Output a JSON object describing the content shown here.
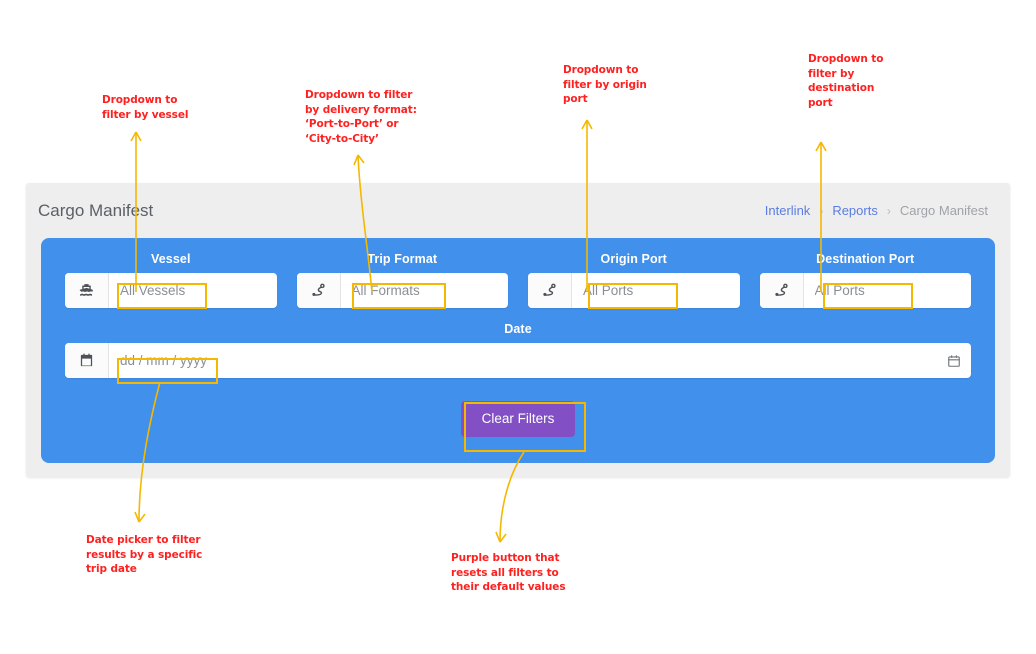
{
  "card": {
    "title": "Cargo Manifest",
    "breadcrumb": {
      "root": "Interlink",
      "section": "Reports",
      "current": "Cargo Manifest",
      "separator": "›"
    }
  },
  "filters": {
    "vessel": {
      "label": "Vessel",
      "value": "All Vessels",
      "icon": "ferry-icon"
    },
    "trip_format": {
      "label": "Trip Format",
      "value": "All Formats",
      "icon": "route-icon"
    },
    "origin_port": {
      "label": "Origin Port",
      "value": "All Ports",
      "icon": "route-icon"
    },
    "destination_port": {
      "label": "Destination Port",
      "value": "All Ports",
      "icon": "route-icon"
    },
    "date": {
      "label": "Date",
      "placeholder": "dd / mm / yyyy",
      "value": "",
      "icon": "calendar-icon",
      "picker_icon": "calendar-picker-icon"
    },
    "clear_button": {
      "label": "Clear Filters"
    }
  },
  "annotations": [
    {
      "id": "vessel-note",
      "text": "Dropdown to\nfilter by vessel"
    },
    {
      "id": "trip-format-note",
      "text": "Dropdown to filter\nby delivery format:\n‘Port-to-Port’ or\n‘City-to-City’"
    },
    {
      "id": "origin-port-note",
      "text": "Dropdown to\nfilter by origin\nport"
    },
    {
      "id": "destination-port-note",
      "text": "Dropdown to\nfilter by\ndestination\nport"
    },
    {
      "id": "date-note",
      "text": "Date picker to filter\nresults by a specific\ntrip date"
    },
    {
      "id": "clear-button-note",
      "text": "Purple button that\nresets all filters to\ntheir default values"
    }
  ],
  "colors": {
    "panel_blue": "#4090ec",
    "card_gray": "#efeeee",
    "button_purple": "#8250c4",
    "annotation_red": "#ff2020",
    "annotation_yellow": "#f5b800",
    "link_blue": "#5b7ce0"
  }
}
